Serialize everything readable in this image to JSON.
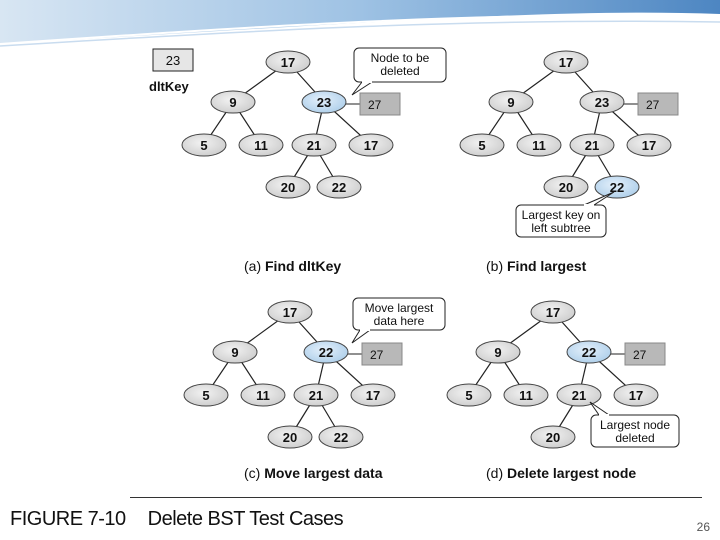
{
  "figure": {
    "number": "FIGURE 7-10",
    "title": "Delete BST Test Cases"
  },
  "page_number": "26",
  "key_box": {
    "value": "23",
    "label": "dltKey"
  },
  "panels": [
    {
      "id": "a",
      "caption_prefix": "(a) ",
      "caption_bold": "Find dltKey",
      "nodes": [
        "17",
        "9",
        "23",
        "5",
        "11",
        "21",
        "17",
        "20",
        "22"
      ],
      "side_value": "27",
      "callout": [
        "Node to be",
        "deleted"
      ]
    },
    {
      "id": "b",
      "caption_prefix": "(b) ",
      "caption_bold": "Find largest",
      "nodes": [
        "17",
        "9",
        "23",
        "5",
        "11",
        "21",
        "17",
        "20",
        "22"
      ],
      "side_value": "27",
      "callout": [
        "Largest key on",
        "left subtree"
      ]
    },
    {
      "id": "c",
      "caption_prefix": "(c) ",
      "caption_bold": "Move largest data",
      "nodes": [
        "17",
        "9",
        "22",
        "5",
        "11",
        "21",
        "17",
        "20",
        "22"
      ],
      "side_value": "27",
      "callout": [
        "Move largest",
        "data here"
      ]
    },
    {
      "id": "d",
      "caption_prefix": "(d) ",
      "caption_bold": "Delete largest node",
      "nodes": [
        "17",
        "9",
        "22",
        "5",
        "11",
        "21",
        "17",
        "20"
      ],
      "side_value": "27",
      "callout": [
        "Largest node",
        "deleted"
      ]
    }
  ]
}
